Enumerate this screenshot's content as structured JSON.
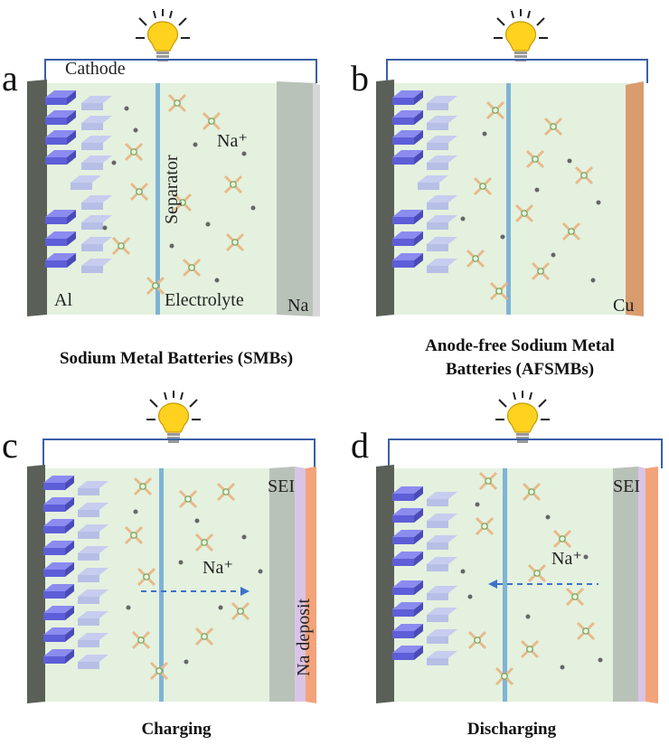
{
  "panels": [
    {
      "letter": "a",
      "caption": "Sodium Metal Batteries (SMBs)",
      "labels": {
        "cathode": "Cathode",
        "current_collector": "Al",
        "separator": "Separator",
        "electrolyte": "Electrolyte",
        "ion": "Na⁺",
        "anode": "Na"
      },
      "anode_type": "sodium"
    },
    {
      "letter": "b",
      "caption": "Anode-free Sodium Metal Batteries (AFSMBs)",
      "labels": {
        "anode": "Cu"
      },
      "anode_type": "copper"
    },
    {
      "letter": "c",
      "caption": "Charging",
      "labels": {
        "sei": "SEI",
        "ion": "Na⁺",
        "deposit": "Na deposit"
      },
      "anode_type": "copper-sei",
      "arrow_direction": "right"
    },
    {
      "letter": "d",
      "caption": "Discharging",
      "labels": {
        "sei": "SEI",
        "ion": "Na⁺"
      },
      "anode_type": "copper-sei",
      "arrow_direction": "left"
    }
  ],
  "colors": {
    "electrolyte": "#e4f1df",
    "circuit_wire": "#3a5fa8",
    "separator": "#7fb3d6",
    "collector_al": "#5a5f58",
    "sodium": "#b9c2b8",
    "copper": "#f2a37a",
    "sei": "#d9c4e6",
    "cathode_crystal": "#6f6fe0",
    "bulb": "#ffd21f",
    "arrow": "#3b73c8"
  }
}
